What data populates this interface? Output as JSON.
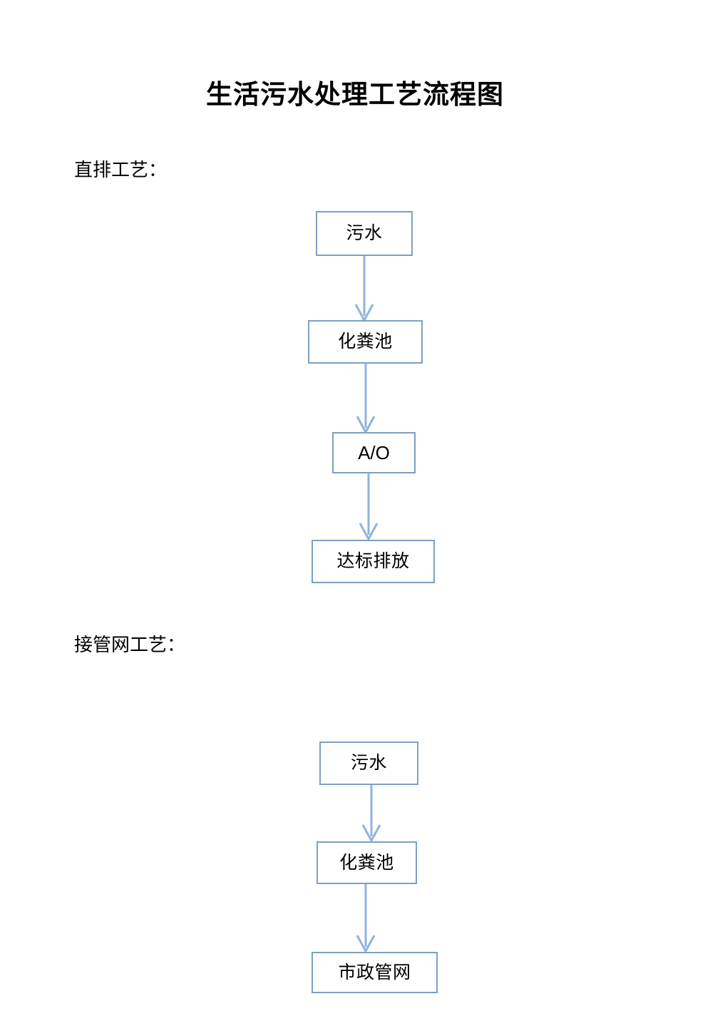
{
  "document": {
    "title": "生活污水处理工艺流程图",
    "background_color": "#ffffff",
    "box_border_color": "#7e9fc4",
    "arrow_color": "#8fb3de",
    "text_color": "#000000"
  },
  "sections": [
    {
      "label": "直排工艺：",
      "nodes": [
        {
          "text": "污水"
        },
        {
          "text": "化粪池"
        },
        {
          "text": "A/O"
        },
        {
          "text": "达标排放"
        }
      ]
    },
    {
      "label": "接管网工艺：",
      "nodes": [
        {
          "text": "污水"
        },
        {
          "text": "化粪池"
        },
        {
          "text": "市政管网"
        }
      ]
    }
  ]
}
